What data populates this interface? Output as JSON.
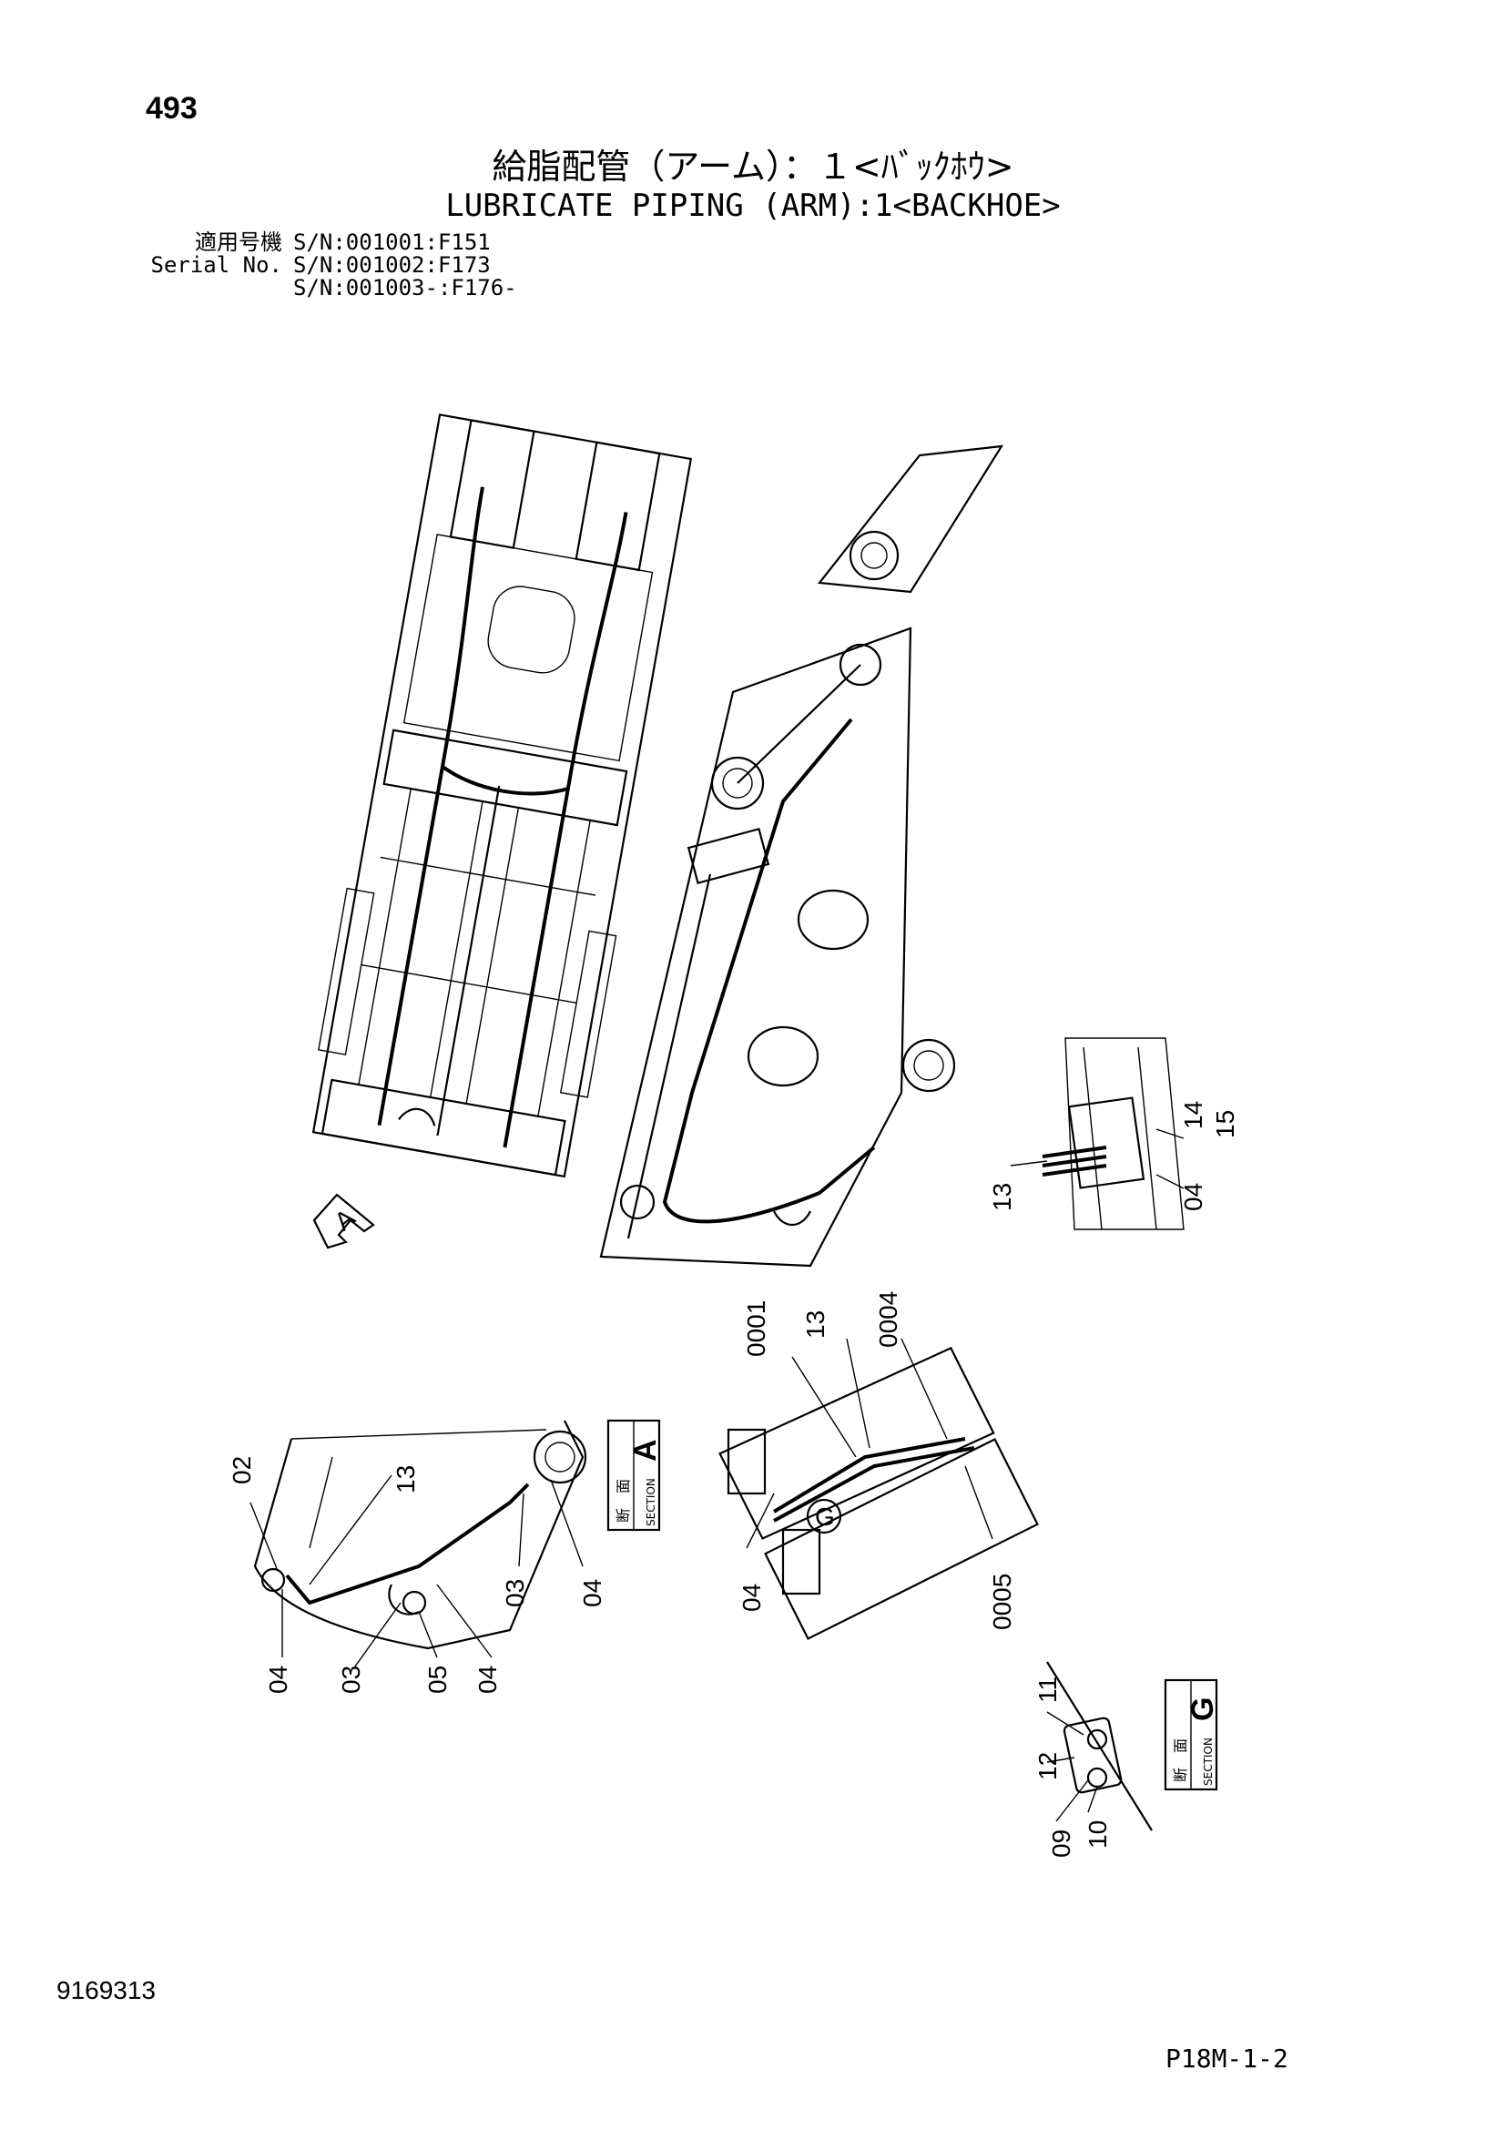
{
  "header": {
    "page_number": "493",
    "title_ja": "給脂配管（アーム）：１<ﾊﾞｯｸﾎｳ>",
    "title_en": "LUBRICATE PIPING (ARM):1<BACKHOE>"
  },
  "serial": {
    "label_ja": "適用号機",
    "label_en": "Serial No.",
    "numbers": [
      "S/N:001001:F151",
      "S/N:001002:F173",
      "S/N:001003-:F176-"
    ]
  },
  "callouts": {
    "view_a_arrow": "A",
    "right_detail": [
      "14",
      "15",
      "13",
      "04"
    ],
    "center_detail": [
      "0001",
      "13",
      "0004",
      "04",
      "0005"
    ],
    "center_marker": "G",
    "section_a_parts": [
      "02",
      "13",
      "04",
      "03",
      "05",
      "04",
      "03",
      "04"
    ],
    "section_g_parts": [
      "11",
      "12",
      "09",
      "10"
    ]
  },
  "sections": {
    "section_a": {
      "ja": "断　面",
      "en": "SECTION",
      "letter": "A"
    },
    "section_g": {
      "ja": "断　面",
      "en": "SECTION",
      "letter": "G"
    }
  },
  "footer": {
    "document_number": "9169313",
    "figure_code": "P18M-1-2"
  }
}
